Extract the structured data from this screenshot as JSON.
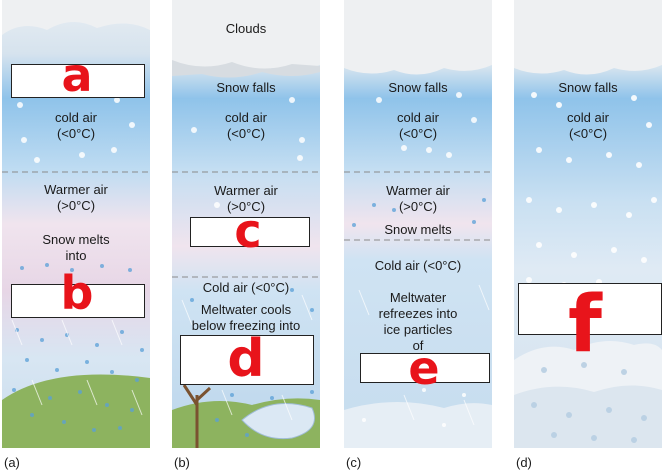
{
  "panels": {
    "a": {
      "label": "(a)",
      "cold_air": [
        "cold air",
        "(<0°C)"
      ],
      "warm_air": [
        "Warmer air",
        "(>0°C)"
      ],
      "process": [
        "Snow melts",
        "into"
      ],
      "answers": [
        "a",
        "b"
      ]
    },
    "b": {
      "label": "(b)",
      "clouds": "Clouds",
      "snow_falls": "Snow falls",
      "cold_air": [
        "cold air",
        "(<0°C)"
      ],
      "warm_air": [
        "Warmer air",
        "(>0°C)"
      ],
      "cold_air_lower": "Cold air (<0°C)",
      "process": [
        "Meltwater cools",
        "below freezing into"
      ],
      "answers": [
        "c",
        "d"
      ]
    },
    "c": {
      "label": "(c)",
      "snow_falls": "Snow falls",
      "cold_air": [
        "cold air",
        "(<0°C)"
      ],
      "warm_air": [
        "Warmer air",
        "(>0°C)"
      ],
      "melt": "Snow melts",
      "cold_air_lower": "Cold air (<0°C)",
      "process": [
        "Meltwater",
        "refreezes into",
        "ice particles",
        "of"
      ],
      "answers": [
        "e"
      ]
    },
    "d": {
      "label": "(d)",
      "snow_falls": "Snow falls",
      "cold_air": [
        "cold air",
        "(<0°C)"
      ],
      "answers": [
        "f"
      ]
    }
  },
  "colors": {
    "sky_top": "#c9dff1",
    "sky_blue": "#8fc3ea",
    "warm_pink": "#eed9e6",
    "ground_green": "#8db35f",
    "handwriting": "#e8141b",
    "dashed": "#8a8a8a"
  }
}
